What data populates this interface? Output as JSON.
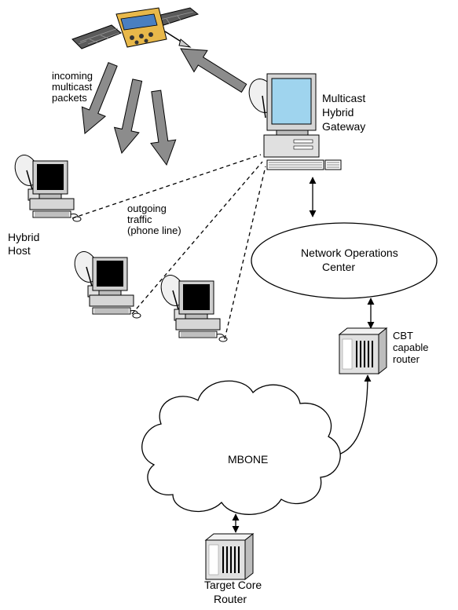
{
  "diagram": {
    "labels": {
      "incoming": [
        "incoming",
        "multicast",
        "packets"
      ],
      "gateway": [
        "Multicast",
        "Hybrid",
        "Gateway"
      ],
      "outgoing": [
        "outgoing",
        "traffic",
        "(phone line)"
      ],
      "hybrid_host": [
        "Hybrid",
        "Host"
      ],
      "noc": [
        "Network Operations",
        "Center"
      ],
      "cbt_router": [
        "CBT",
        "capable",
        "router"
      ],
      "mbone": "MBONE",
      "target_router": [
        "Target Core",
        "Router"
      ]
    },
    "colors": {
      "arrow_fill": "#8c8c8c",
      "monitor_screen_host": "#000000",
      "monitor_screen_gateway": "#9fd4ee",
      "satellite_panel": "#5a5a5a",
      "satellite_body": "#e8b84a",
      "router_body": "#d9d9d9"
    },
    "icons": [
      "satellite-icon",
      "gateway-computer-icon",
      "host-computer-icon",
      "router-icon",
      "cloud-icon"
    ]
  }
}
